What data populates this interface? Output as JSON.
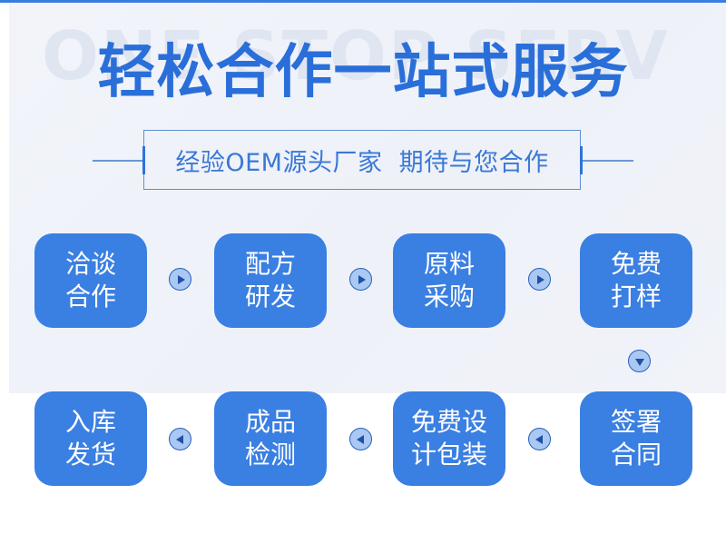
{
  "header": {
    "watermark": "ONE STOP SERV",
    "title": "轻松合作一站式服务",
    "subtitle": "经验OEM源头厂家  期待与您合作"
  },
  "colors": {
    "primary": "#3a7fe2",
    "title": "#2a6fd9",
    "arrow_fill": "#a9c8f3",
    "arrow_glyph": "#1f4fa6",
    "panel_bg": "#f0f3f9"
  },
  "steps": [
    {
      "line1": "洽谈",
      "line2": "合作"
    },
    {
      "line1": "配方",
      "line2": "研发"
    },
    {
      "line1": "原料",
      "line2": "采购"
    },
    {
      "line1": "免费",
      "line2": "打样"
    },
    {
      "line1": "签署",
      "line2": "合同"
    },
    {
      "line1": "免费设",
      "line2": "计包装"
    },
    {
      "line1": "成品",
      "line2": "检测"
    },
    {
      "line1": "入库",
      "line2": "发货"
    }
  ],
  "arrows": {
    "row1": [
      "play-right-icon",
      "play-right-icon",
      "play-right-icon"
    ],
    "down": "play-down-icon",
    "row2": [
      "play-left-icon",
      "play-left-icon",
      "play-left-icon"
    ]
  }
}
